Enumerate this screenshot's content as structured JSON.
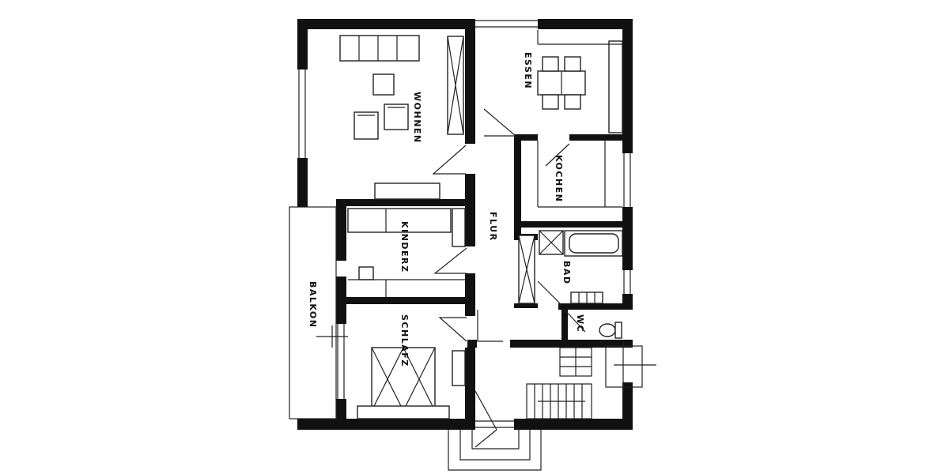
{
  "rooms": {
    "wohnen": "WOHNEN",
    "essen": "ESSEN",
    "kochen": "KOCHEN",
    "flur": "FLUR",
    "kinderz": "KINDERZ",
    "bad": "BAD",
    "balkon": "BALKON",
    "schlafz": "SCHLAFZ",
    "wc": "WC"
  },
  "colors": {
    "wall": "#111111",
    "line": "#222222",
    "background": "#ffffff"
  }
}
